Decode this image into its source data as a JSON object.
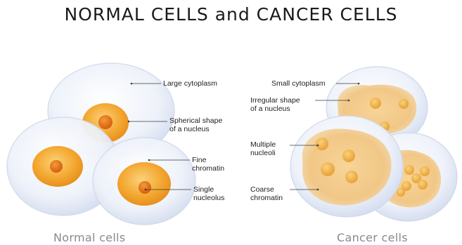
{
  "title": "NORMAL CELLS and CANCER CELLS",
  "normal": {
    "caption": "Normal cells",
    "labels": {
      "large_cytoplasm": "Large cytoplasm",
      "spherical_nucleus": "Spherical shape\nof a nucleus",
      "fine_chromatin": "Fine\nchromatin",
      "single_nucleolus": "Single\nnucleolus"
    }
  },
  "cancer": {
    "caption": "Cancer cells",
    "labels": {
      "small_cytoplasm": "Small cytoplasm",
      "irregular_nucleus": "Irregular shape\nof a nucleus",
      "multiple_nucleoli": "Multiple\nnucleoli",
      "coarse_chromatin": "Coarse\nchromatin"
    }
  },
  "colors": {
    "cell_fill": "#e8eef8",
    "cell_edge": "#c9d3e6",
    "nucleus": "#f2a12a",
    "nucleus_light": "#f9c76a",
    "nucleolus": "#e0741a",
    "cancer_nucleus": "#f3c47a",
    "leader": "#333333"
  }
}
